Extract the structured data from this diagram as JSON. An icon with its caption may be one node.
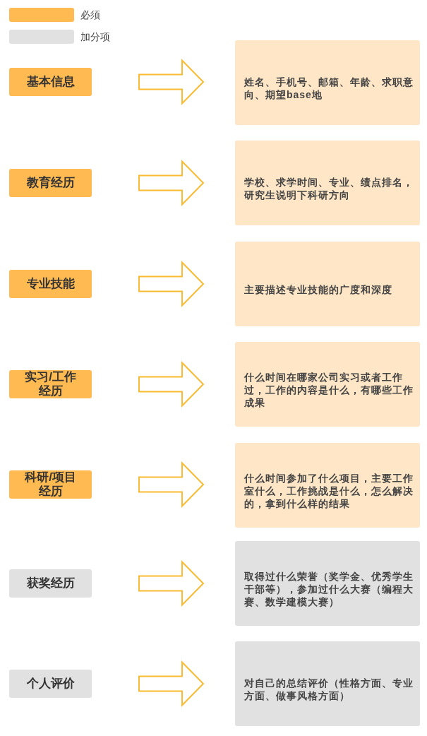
{
  "diagram": {
    "nodes": [
      {
        "text": [
          "基本信息"
        ]
      },
      {
        "text": [
          "姓名、手机号、邮箱、年龄、求职意向、期望base地"
        ]
      },
      {
        "text": [
          "教育经历"
        ]
      },
      {
        "text": [
          "学校、求学时间、专业、绩点排名，研究生说明下科研方向"
        ]
      },
      {
        "text": [
          "专业技能"
        ]
      },
      {
        "text": [
          "主要描述专业技能的广度和深度"
        ]
      },
      {
        "text": [
          "实习/工作经历"
        ]
      },
      {
        "text": [
          "什么时间在哪家公司实习或者工作过，工作的内容是什么，有哪些工作成果"
        ]
      },
      {
        "text": [
          "科研/项目经历"
        ]
      },
      {
        "text": [
          "什么时间参加了什么项目，主要工作室什么，工作挑战是什么，怎么解决的，拿到什么样的结果"
        ]
      },
      {
        "text": [
          "获奖经历"
        ]
      },
      {
        "text": [
          "取得过什么荣誉（奖学金、优秀学生干部等），参加过什么大赛（编程大赛、数学建模大赛）"
        ]
      },
      {
        "text": [
          "个人评价"
        ]
      },
      {
        "text": [
          "对自己的总结评价（性格方面、专业方面、做事风格方面）"
        ]
      }
    ],
    "edges": [
      {
        "from": 0,
        "to": 1,
        "arrow": "to"
      },
      {
        "from": 2,
        "to": 3,
        "arrow": "to"
      },
      {
        "from": 4,
        "to": 5,
        "arrow": "to"
      },
      {
        "from": 6,
        "to": 7,
        "arrow": "to"
      },
      {
        "from": 8,
        "to": 9,
        "arrow": "to"
      },
      {
        "from": 10,
        "to": 11,
        "arrow": "to"
      },
      {
        "from": 12,
        "to": 13,
        "arrow": "to"
      }
    ],
    "legend": [
      {
        "text": "必须",
        "color": "#ffba52"
      },
      {
        "text": "加分项",
        "color": "#e1e1e1"
      }
    ]
  }
}
